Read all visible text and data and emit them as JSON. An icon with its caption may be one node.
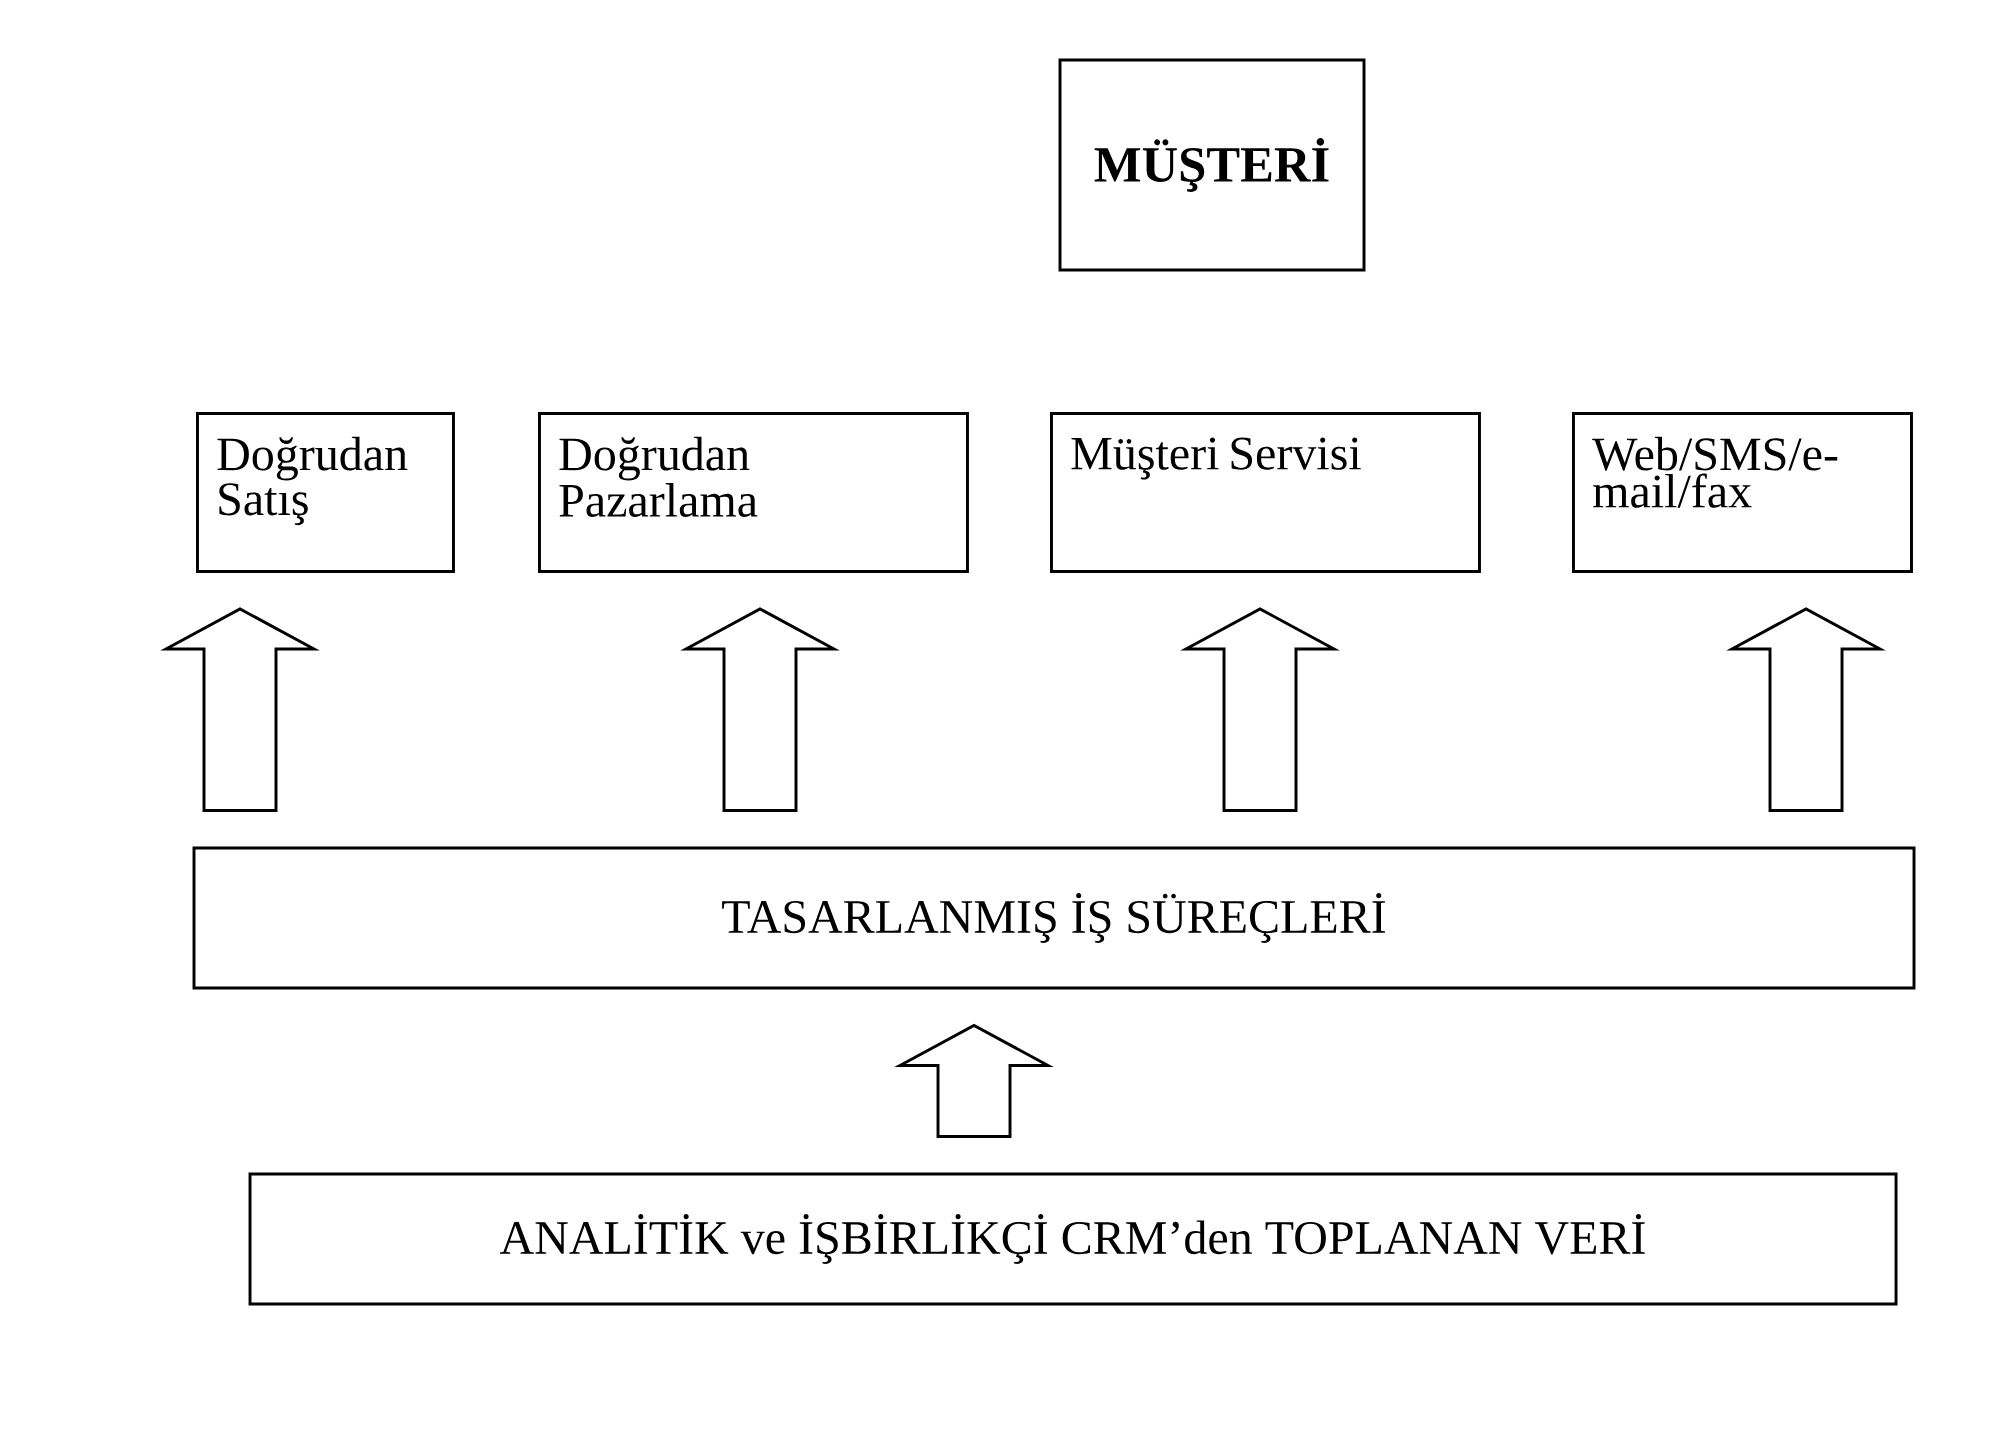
{
  "diagram": {
    "nodes": [
      {
        "text": [
          "MÜŞTERİ"
        ]
      },
      {
        "text": [
          "Doğrudan Satış"
        ]
      },
      {
        "text": [
          "Doğrudan Pazarlama"
        ]
      },
      {
        "text": [
          "Müşteri Servisi"
        ]
      },
      {
        "text": [
          "Web/SMS/e-mail/fax"
        ]
      },
      {
        "text": [
          "TASARLANMIŞ İŞ SÜREÇLERİ"
        ]
      },
      {
        "text": [
          "ANALİTİK ve İŞBİRLİKÇİ CRM’den TOPLANAN VERİ"
        ]
      }
    ],
    "edges": [
      {
        "from": 5,
        "to": 1,
        "arrow": "to"
      },
      {
        "from": 5,
        "to": 2,
        "arrow": "to"
      },
      {
        "from": 5,
        "to": 3,
        "arrow": "to"
      },
      {
        "from": 5,
        "to": 4,
        "arrow": "to"
      },
      {
        "from": 6,
        "to": 5,
        "arrow": "to"
      }
    ]
  }
}
